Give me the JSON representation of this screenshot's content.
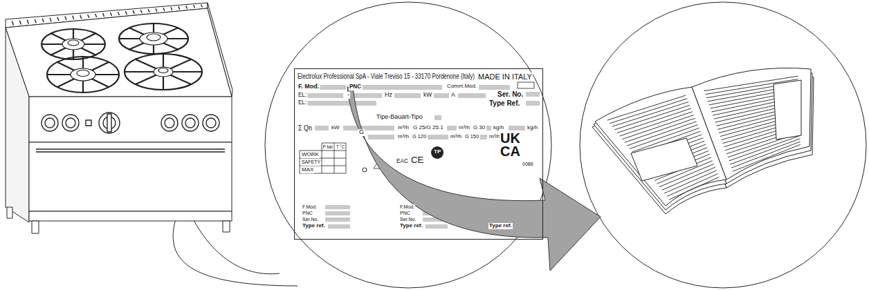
{
  "diagram": {
    "nodes": [
      {
        "text": [
          "Electrolux Professional SpA - Viale Treviso 15 - 33170 Pordenone (Italy)"
        ]
      }
    ],
    "labels": [
      "MADE IN ITALY",
      "F. Mod.",
      "PNC",
      "Comm.Mod.",
      "EL:",
      "-",
      "Hz",
      "kW",
      "A",
      "Ser. No.",
      "EL:",
      "Type Ref.",
      "Tipe-Bauart-Tipo",
      "Σ Qn",
      "kW",
      "m³/h",
      "G 25/G 25.1",
      "m³/h",
      "G 30",
      "kg/h",
      "kg/h",
      "G",
      "m³/h",
      "G 120",
      "m³/h",
      "G 150",
      "m³/h",
      "P bar",
      "T °C",
      "WORK",
      "SAFETY",
      "MAX",
      "TP",
      "EAC",
      "CE",
      "UK",
      "CA",
      "0086",
      "F.Mod.",
      "PNC",
      "Ser.No.",
      "Type ref.",
      "F.Mod.",
      "PNC",
      "Ser.No.",
      "Type ref.",
      "Type ref."
    ]
  }
}
